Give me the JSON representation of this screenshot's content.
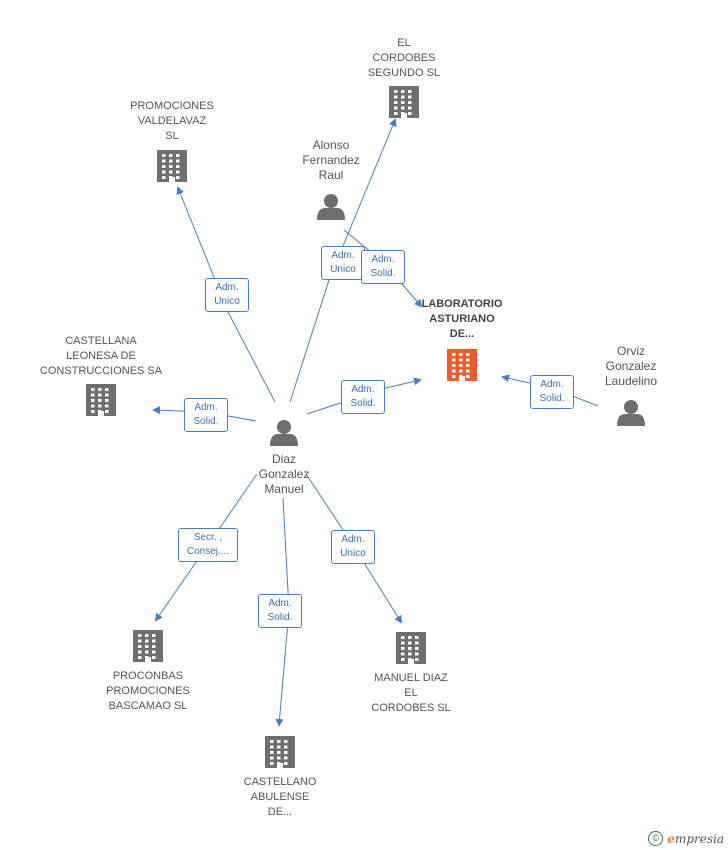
{
  "colors": {
    "edge": "#4a7fc1",
    "building": "#6e6e6e",
    "building_focal": "#f05a2a",
    "person": "#6e6e6e"
  },
  "companies": [
    {
      "id": "el-cordobes",
      "lines": [
        "EL",
        "CORDOBES",
        "SEGUNDO SL"
      ],
      "focal": false,
      "icon": "building-icon"
    },
    {
      "id": "promociones-valdelavaz",
      "lines": [
        "PROMOCIONES",
        "VALDELAVAZ",
        "SL"
      ],
      "focal": false,
      "icon": "building-icon"
    },
    {
      "id": "laboratorio-asturiano",
      "lines": [
        "LABORATORIO",
        "ASTURIANO",
        "DE..."
      ],
      "focal": true,
      "icon": "building-icon"
    },
    {
      "id": "castellana-leonesa",
      "lines": [
        "CASTELLANA",
        "LEONESA DE",
        "CONSTRUCCIONES SA"
      ],
      "focal": false,
      "icon": "building-icon"
    },
    {
      "id": "proconbas",
      "lines": [
        "PROCONBAS",
        "PROMOCIONES",
        "BASCAMAO SL"
      ],
      "focal": false,
      "icon": "building-icon"
    },
    {
      "id": "manuel-diaz",
      "lines": [
        "MANUEL DIAZ",
        "EL",
        "CORDOBES SL"
      ],
      "focal": false,
      "icon": "building-icon"
    },
    {
      "id": "castellano-abulense",
      "lines": [
        "CASTELLANO",
        "ABULENSE",
        "DE..."
      ],
      "focal": false,
      "icon": "building-icon"
    }
  ],
  "persons": [
    {
      "id": "alonso",
      "lines": [
        "Alonso",
        "Fernandez",
        "Raul"
      ],
      "icon": "person-icon"
    },
    {
      "id": "orviz",
      "lines": [
        "Orviz",
        "Gonzalez",
        "Laudelino"
      ],
      "icon": "person-icon"
    },
    {
      "id": "diaz",
      "lines": [
        "Diaz",
        "Gonzalez",
        "Manuel"
      ],
      "icon": "person-icon"
    }
  ],
  "relations": [
    {
      "id": "diaz-cordobes",
      "lines": [
        "Adm.",
        "Unico"
      ]
    },
    {
      "id": "diaz-valdelavaz",
      "lines": [
        "Adm.",
        "Unico"
      ]
    },
    {
      "id": "alonso-laboratorio",
      "lines": [
        "Adm.",
        "Solid."
      ]
    },
    {
      "id": "diaz-laboratorio",
      "lines": [
        "Adm.",
        "Solid."
      ]
    },
    {
      "id": "orviz-laboratorio",
      "lines": [
        "Adm.",
        "Solid."
      ]
    },
    {
      "id": "diaz-castellana",
      "lines": [
        "Adm.",
        "Solid."
      ]
    },
    {
      "id": "diaz-proconbas",
      "lines": [
        "Secr. ,",
        "Consej...."
      ]
    },
    {
      "id": "diaz-castellano",
      "lines": [
        "Adm.",
        "Solid."
      ]
    },
    {
      "id": "diaz-manuel",
      "lines": [
        "Adm.",
        "Unico"
      ]
    }
  ],
  "footer": {
    "copyright": "©",
    "brand_initial": "e",
    "brand_rest": "mpresia"
  }
}
